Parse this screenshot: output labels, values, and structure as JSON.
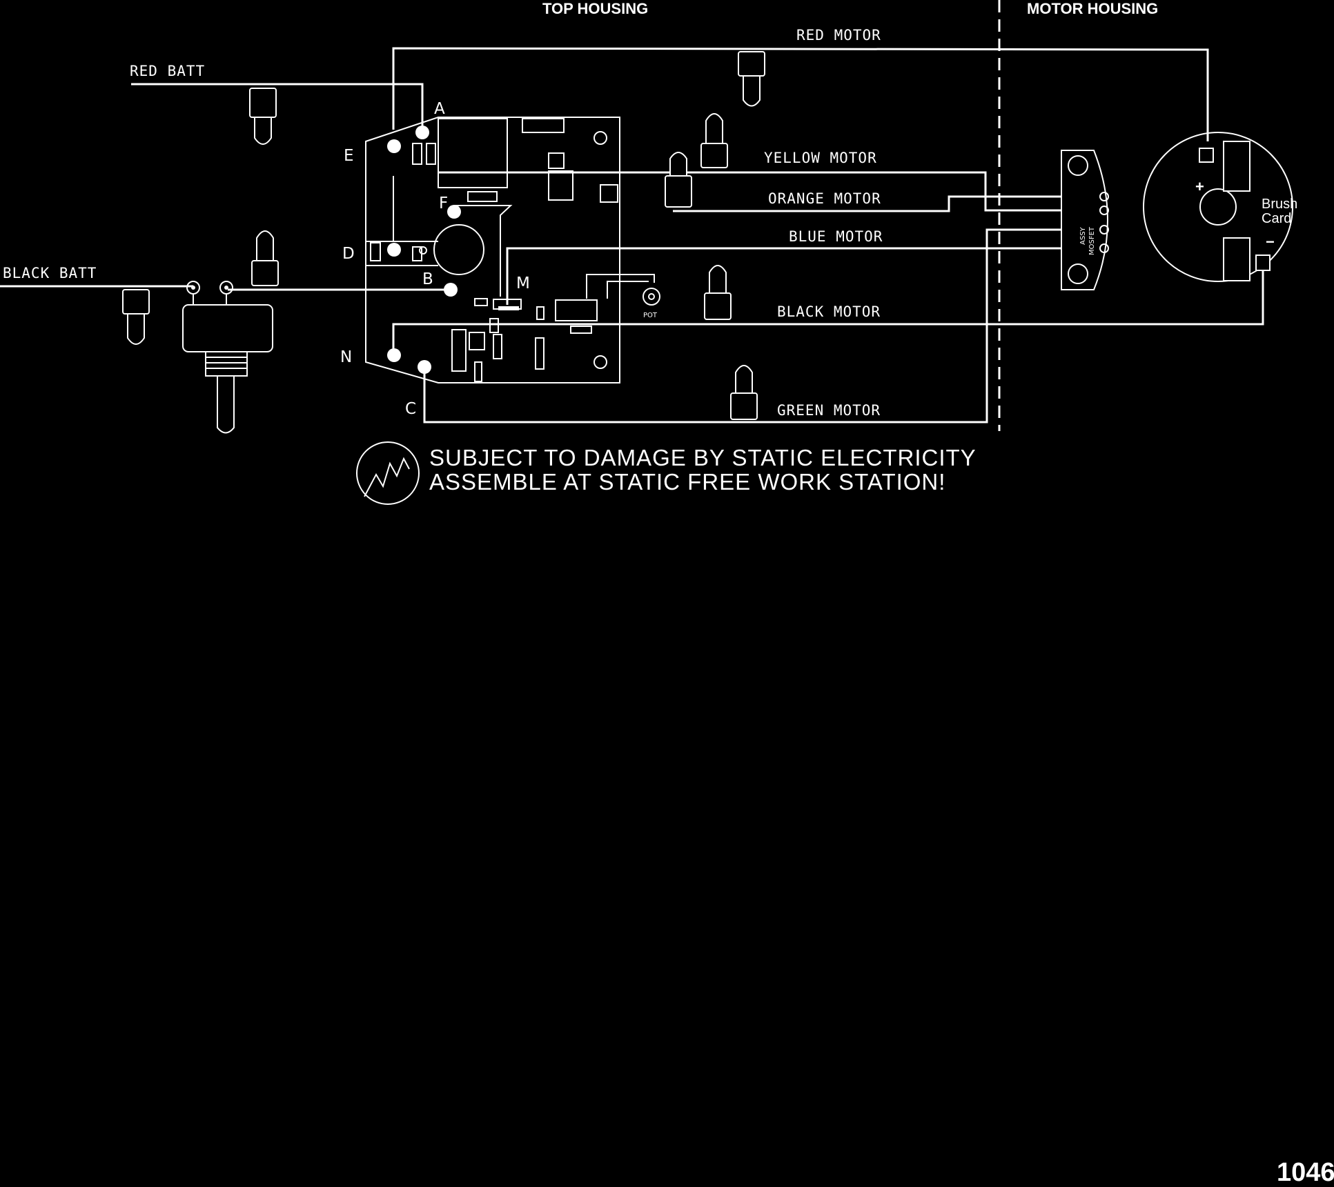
{
  "headers": {
    "top_housing": "TOP HOUSING",
    "motor_housing": "MOTOR HOUSING"
  },
  "wires": {
    "red_batt": "RED BATT",
    "black_batt": "BLACK BATT",
    "red_motor": "RED MOTOR",
    "yellow_motor": "YELLOW MOTOR",
    "orange_motor": "ORANGE MOTOR",
    "blue_motor": "BLUE MOTOR",
    "black_motor": "BLACK MOTOR",
    "green_motor": "GREEN MOTOR"
  },
  "terminals": {
    "a": "A",
    "b": "B",
    "c": "C",
    "d": "D",
    "e": "E",
    "f": "F",
    "m": "M",
    "n": "N"
  },
  "components": {
    "pot": "POT",
    "mosfet_line1": "MOSFET",
    "mosfet_line2": "ASSY",
    "brush_line1": "Brush",
    "brush_line2": "Card",
    "plus": "+",
    "minus": "−"
  },
  "warning": {
    "line1": "SUBJECT TO DAMAGE BY STATIC ELECTRICITY",
    "line2": "ASSEMBLE AT STATIC FREE WORK STATION!"
  },
  "page_number": "1046"
}
